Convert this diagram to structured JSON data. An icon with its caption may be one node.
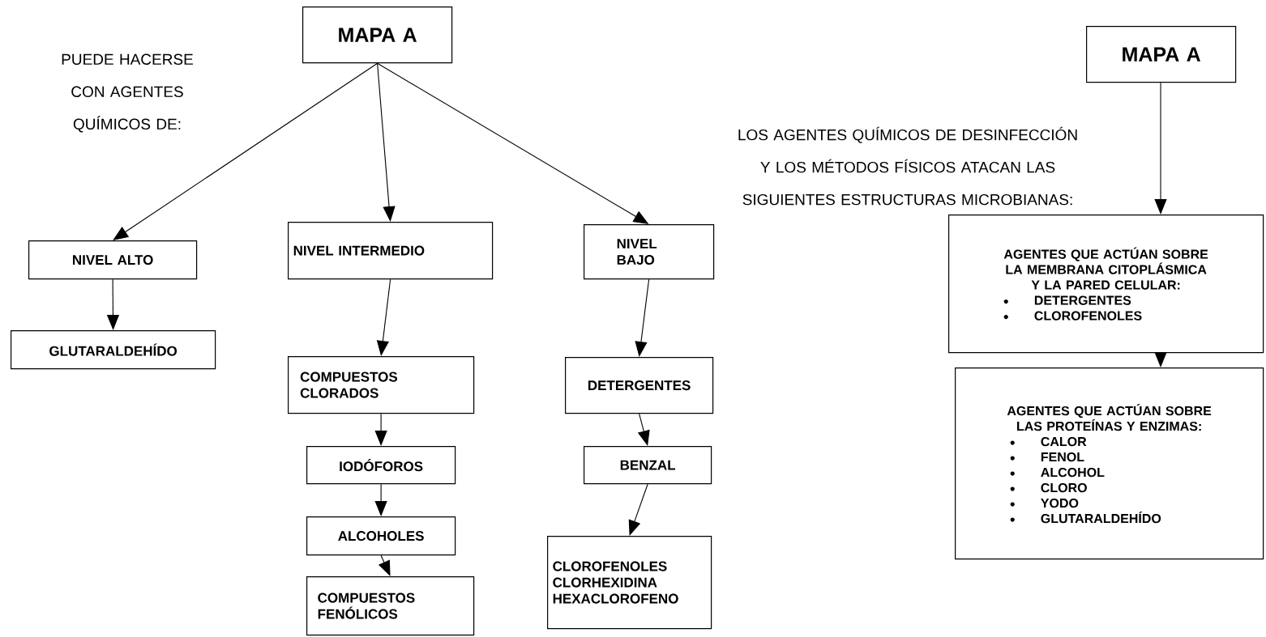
{
  "diagram": {
    "nodes": [
      {
        "text": [
          "MAPA A"
        ]
      },
      {
        "text": [
          "NIVEL ALTO"
        ]
      },
      {
        "text": [
          "GLUTARALDEHÍDO"
        ]
      },
      {
        "text": [
          "NIVEL INTERMEDIO"
        ]
      },
      {
        "text": [
          "COMPUESTOS CLORADOS"
        ]
      },
      {
        "text": [
          "IODÓFOROS"
        ]
      },
      {
        "text": [
          "ALCOHOLES"
        ]
      },
      {
        "text": [
          "COMPUESTOS FENÓLICOS"
        ]
      },
      {
        "text": [
          "NIVEL BAJO"
        ]
      },
      {
        "text": [
          "DETERGENTES"
        ]
      },
      {
        "text": [
          "BENZAL"
        ]
      },
      {
        "text": [
          "CLOROFENOLES",
          "CLORHEXIDINA",
          "HEXACLOROFENO"
        ]
      },
      {
        "text": [
          "MAPA A"
        ]
      },
      {
        "text": [
          "AGENTES QUE ACTÚAN SOBRE LA MEMBRANA CITOPLÁSMICA Y LA PARED CELULAR:",
          "DETERGENTES",
          "CLOROFENOLES"
        ]
      },
      {
        "text": [
          "AGENTES QUE ACTÚAN SOBRE LAS PROTEÍNAS Y ENZIMAS:",
          "CALOR",
          "FENOL",
          "ALCOHOL",
          "CLORO",
          "YODO",
          "GLUTARALDEHÍDO"
        ]
      }
    ],
    "edges": [
      {
        "from": 0,
        "to": 1,
        "arrow": "to"
      },
      {
        "from": 0,
        "to": 3,
        "arrow": "to"
      },
      {
        "from": 0,
        "to": 8,
        "arrow": "to"
      },
      {
        "from": 1,
        "to": 2,
        "arrow": "to"
      },
      {
        "from": 3,
        "to": 4,
        "arrow": "to"
      },
      {
        "from": 4,
        "to": 5,
        "arrow": "to"
      },
      {
        "from": 5,
        "to": 6,
        "arrow": "to"
      },
      {
        "from": 6,
        "to": 7,
        "arrow": "to"
      },
      {
        "from": 8,
        "to": 9,
        "arrow": "to"
      },
      {
        "from": 9,
        "to": 10,
        "arrow": "to"
      },
      {
        "from": 10,
        "to": 11,
        "arrow": "to"
      },
      {
        "from": 12,
        "to": 13,
        "arrow": "to"
      },
      {
        "from": 13,
        "to": 14,
        "arrow": "to"
      }
    ],
    "labels": [
      "PUEDE HACERSE CON AGENTES QUÍMICOS DE:",
      "LOS AGENTES QUÍMICOS DE DESINFECCIÓN Y LOS MÉTODOS FÍSICOS ATACAN LAS SIGUIENTES ESTRUCTURAS MICROBIANAS:"
    ]
  }
}
